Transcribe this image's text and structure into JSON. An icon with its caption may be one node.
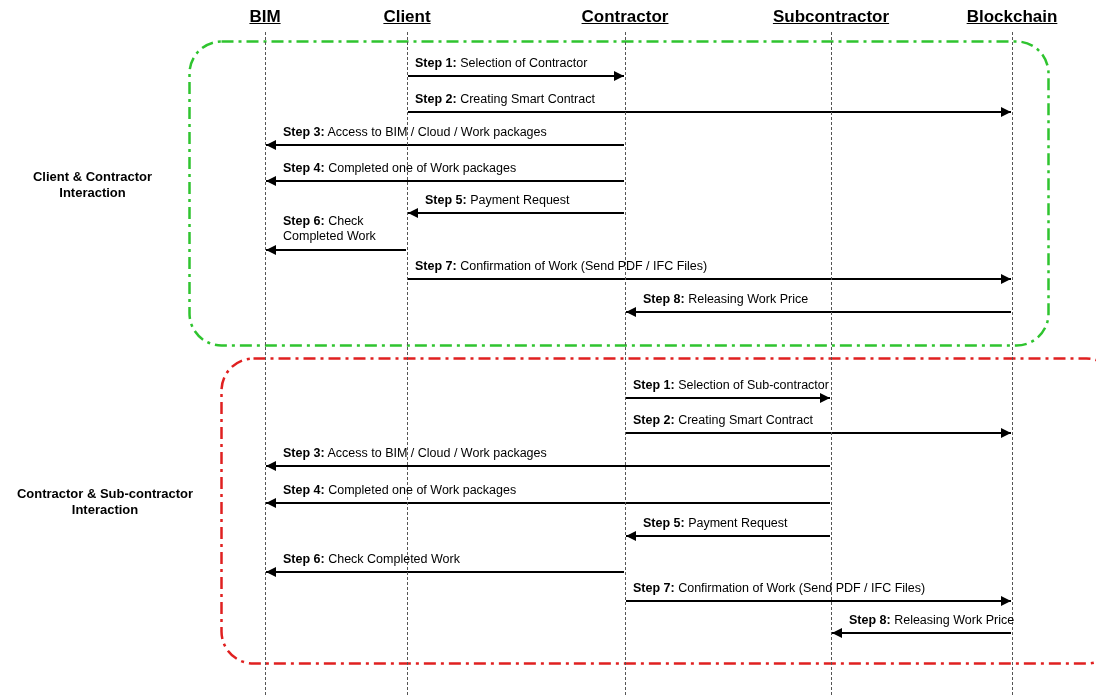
{
  "diagram": {
    "nodes": [
      {
        "text": [
          "BIM"
        ]
      },
      {
        "text": [
          "Client"
        ]
      },
      {
        "text": [
          "Contractor"
        ]
      },
      {
        "text": [
          "Subcontractor"
        ]
      },
      {
        "text": [
          "Blockchain"
        ]
      }
    ],
    "labels": [
      "Client & Contractor Interaction",
      "Contractor & Sub-contractor Interaction"
    ],
    "edges": [
      {
        "from": 1,
        "to": 2,
        "arrow": "to",
        "label": "**Step 1:** Selection of Contractor"
      },
      {
        "from": 1,
        "to": 4,
        "arrow": "to",
        "label": "**Step 2:** Creating Smart Contract"
      },
      {
        "from": 2,
        "to": 0,
        "arrow": "to",
        "label": "**Step 3:** Access to BIM / Cloud / Work packages"
      },
      {
        "from": 2,
        "to": 0,
        "arrow": "to",
        "label": "**Step 4:** Completed one of Work packages"
      },
      {
        "from": 2,
        "to": 1,
        "arrow": "to",
        "label": "**Step 5:** Payment Request"
      },
      {
        "from": 1,
        "to": 0,
        "arrow": "to",
        "label": "**Step 6:** Check Completed Work"
      },
      {
        "from": 1,
        "to": 4,
        "arrow": "to",
        "label": "**Step 7:** Confirmation of Work (Send PDF / IFC Files)"
      },
      {
        "from": 4,
        "to": 2,
        "arrow": "to",
        "label": "**Step 8:** Releasing Work Price"
      },
      {
        "from": 2,
        "to": 3,
        "arrow": "to",
        "label": "**Step 1:** Selection of Sub-contractor"
      },
      {
        "from": 2,
        "to": 4,
        "arrow": "to",
        "label": "**Step 2:** Creating Smart Contract"
      },
      {
        "from": 3,
        "to": 0,
        "arrow": "to",
        "label": "**Step 3:** Access to BIM / Cloud / Work packages"
      },
      {
        "from": 3,
        "to": 0,
        "arrow": "to",
        "label": "**Step 4:** Completed one of Work packages"
      },
      {
        "from": 3,
        "to": 2,
        "arrow": "to",
        "label": "**Step 5:** Payment Request"
      },
      {
        "from": 2,
        "to": 0,
        "arrow": "to",
        "label": "**Step 6:** Check Completed Work"
      },
      {
        "from": 2,
        "to": 4,
        "arrow": "to",
        "label": "**Step 7:** Confirmation of Work (Send PDF / IFC Files)"
      },
      {
        "from": 4,
        "to": 3,
        "arrow": "to",
        "label": "**Step 8:** Releasing Work Price"
      }
    ]
  }
}
